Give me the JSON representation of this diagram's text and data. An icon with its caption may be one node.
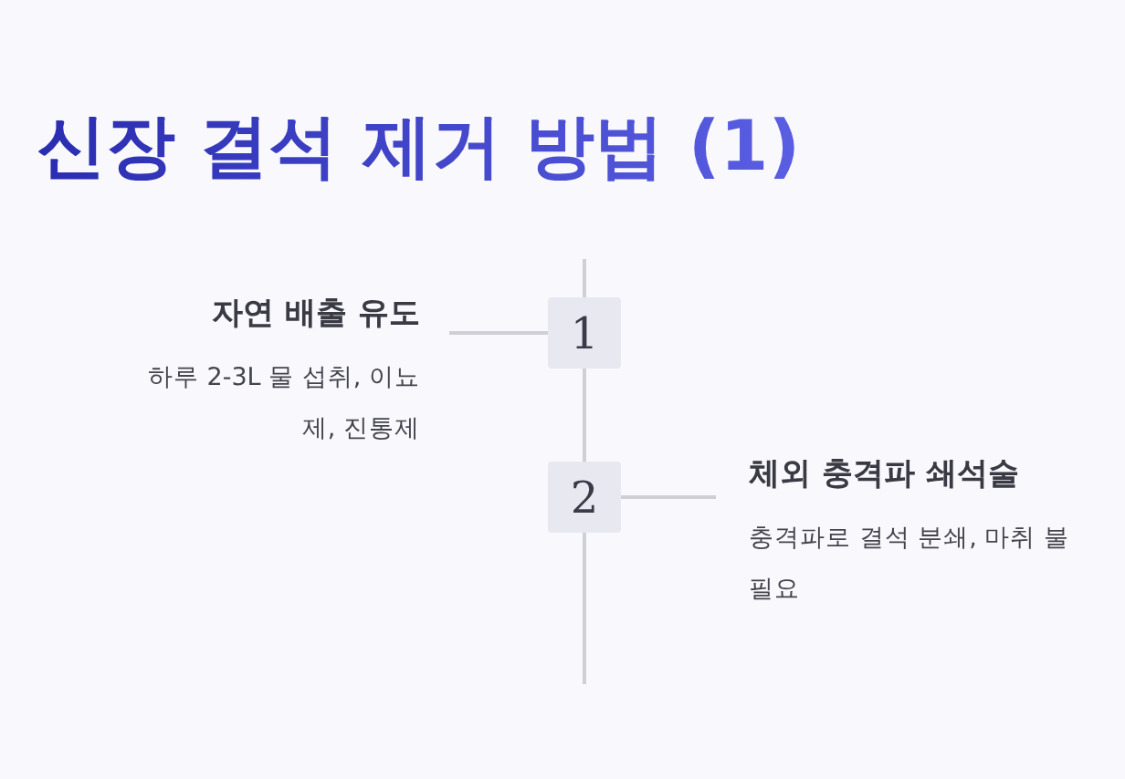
{
  "diagram": {
    "title": "신장 결석 제거 방법 (1)",
    "nodes": [
      {
        "text": [
          "자연 배출 유도",
          "하루 2-3L 물 섭취, 이뇨제, 진통제"
        ]
      },
      {
        "text": [
          "1"
        ]
      },
      {
        "text": [
          "2"
        ]
      },
      {
        "text": [
          "체외 충격파 쇄석술",
          "충격파로 결석 분쇄, 마취 불필요"
        ]
      }
    ],
    "edges": [
      {
        "from": 0,
        "to": 1,
        "arrow": "none"
      },
      {
        "from": 1,
        "to": 2,
        "arrow": "none"
      },
      {
        "from": 2,
        "to": 3,
        "arrow": "none"
      }
    ]
  }
}
